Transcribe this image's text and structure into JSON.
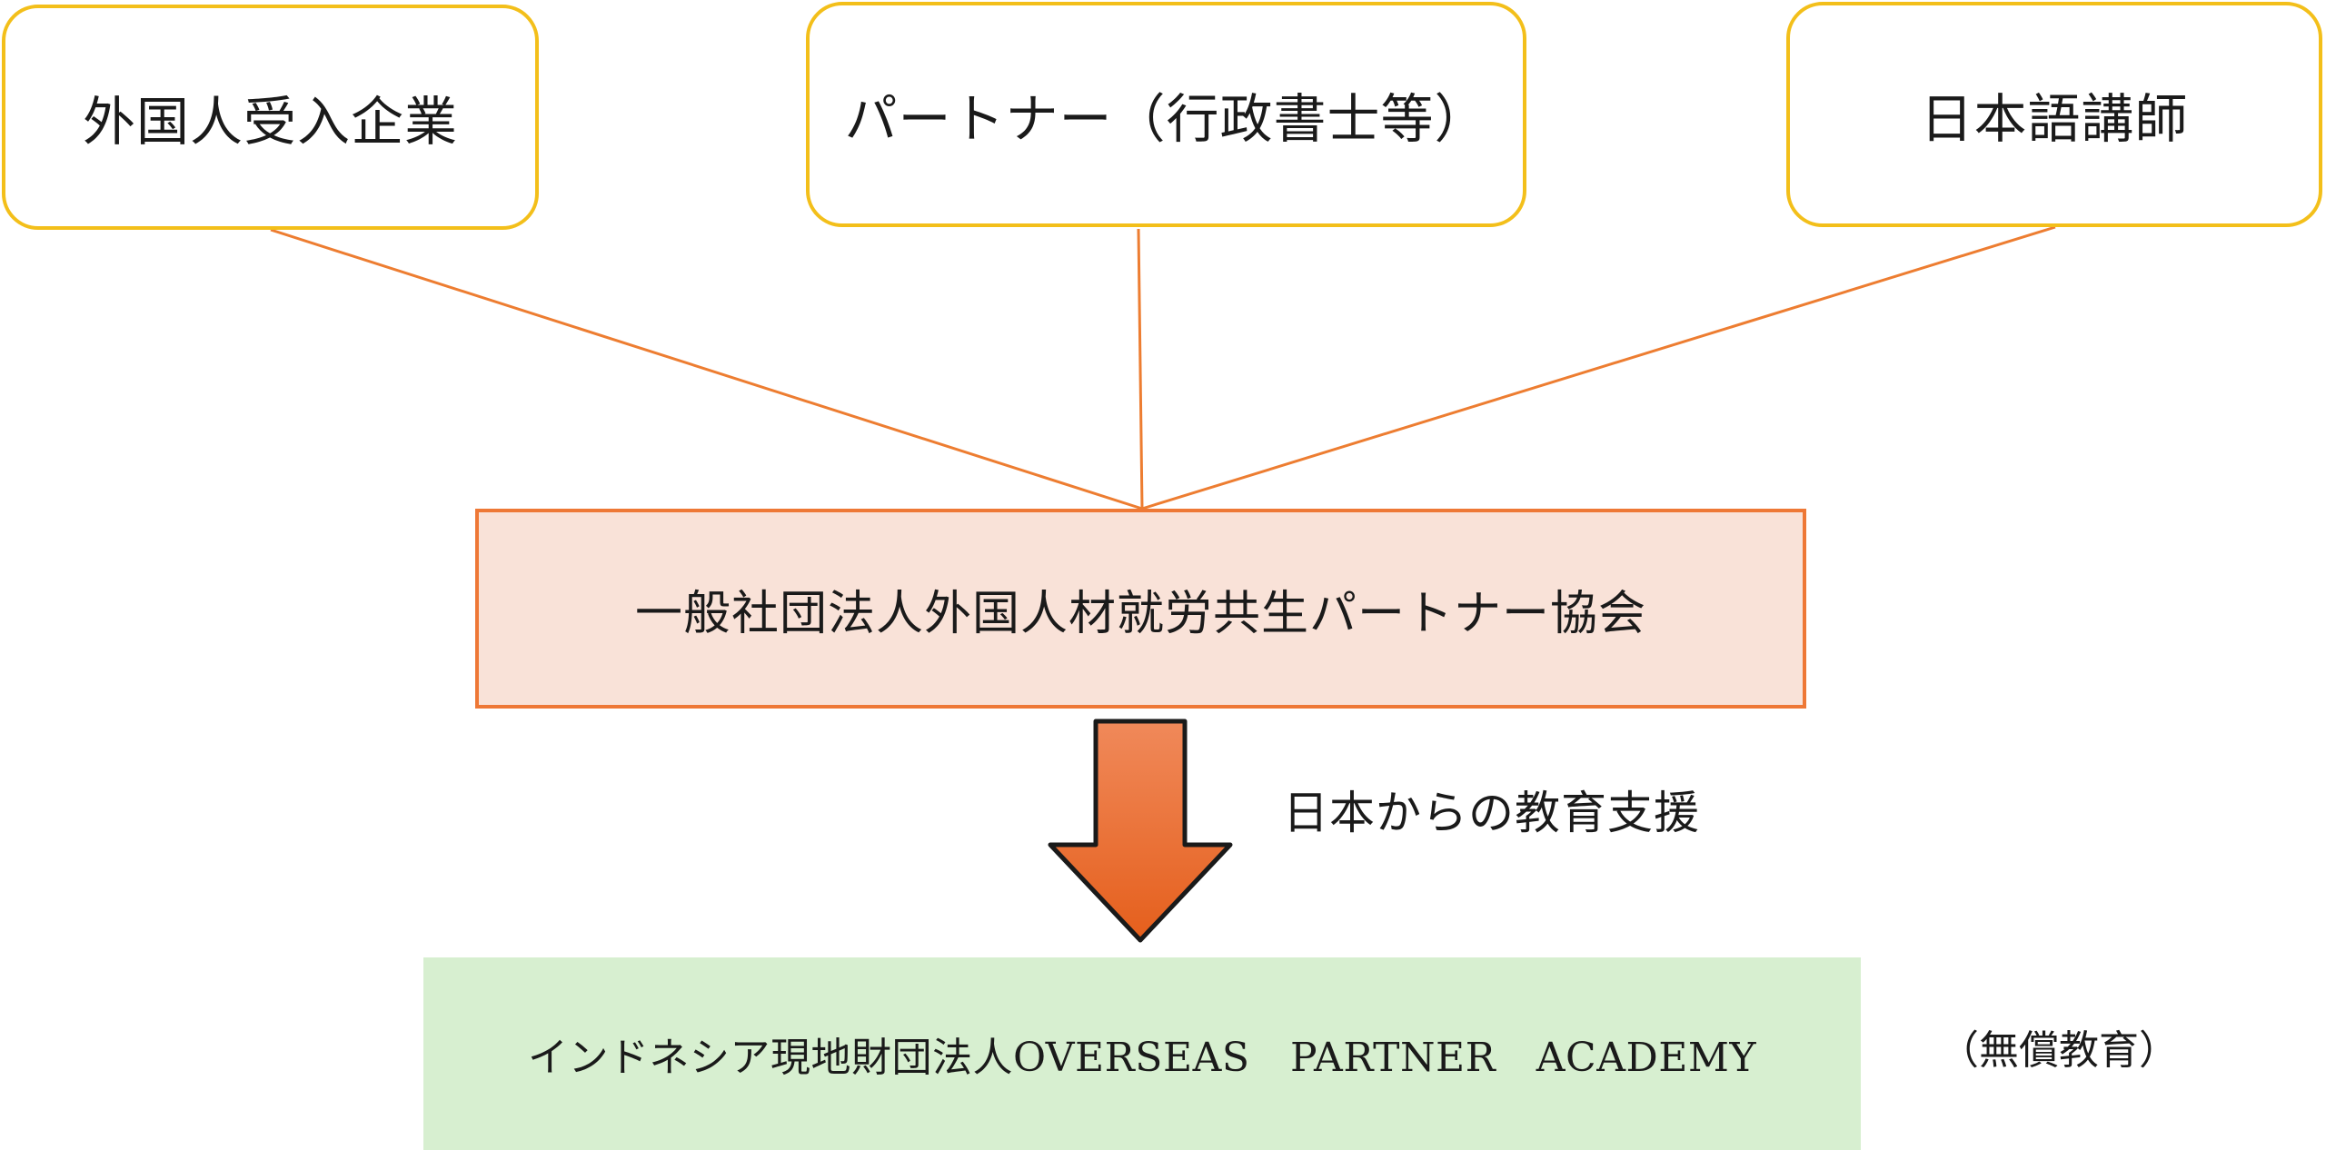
{
  "diagram": {
    "top_boxes": [
      {
        "label": "外国人受入企業"
      },
      {
        "label": "パートナー（行政書士等）"
      },
      {
        "label": "日本語講師"
      }
    ],
    "association": {
      "label": "一般社団法人外国人材就労共生パートナー協会"
    },
    "flow_arrow": {
      "label": "日本からの教育支援"
    },
    "academy": {
      "label": "インドネシア現地財団法人OVERSEAS　PARTNER　ACADEMY",
      "note": "（無償教育）"
    },
    "colors": {
      "top_box_border": "#f3bf1a",
      "connector_line": "#ed7d31",
      "association_border": "#ee7836",
      "association_fill": "#f9e2d8",
      "arrow_top": "#f0895a",
      "arrow_bottom": "#e55f1c",
      "academy_fill": "#d7efd0"
    }
  }
}
